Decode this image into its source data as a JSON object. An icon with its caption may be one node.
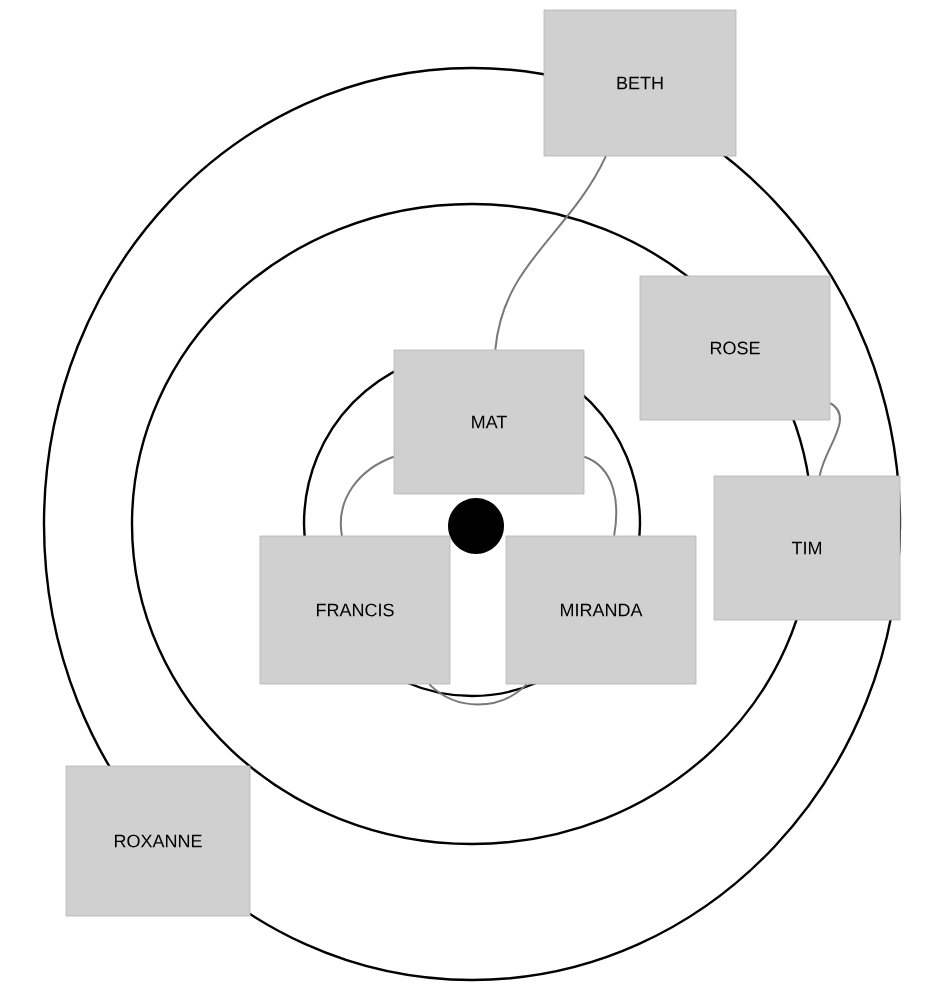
{
  "diagram": {
    "nodes": [
      {
        "text": [
          "BETH"
        ]
      },
      {
        "text": [
          "ROSE"
        ]
      },
      {
        "text": [
          "MAT"
        ]
      },
      {
        "text": [
          "TIM"
        ]
      },
      {
        "text": [
          "FRANCIS"
        ]
      },
      {
        "text": [
          "MIRANDA"
        ]
      },
      {
        "text": [
          "ROXANNE"
        ]
      }
    ],
    "edges": [
      {
        "from": 0,
        "to": 2,
        "arrow": "none"
      },
      {
        "from": 1,
        "to": 3,
        "arrow": "none"
      },
      {
        "from": 2,
        "to": 4,
        "arrow": "none"
      },
      {
        "from": 2,
        "to": 5,
        "arrow": "none"
      },
      {
        "from": 4,
        "to": 5,
        "arrow": "none"
      }
    ]
  }
}
